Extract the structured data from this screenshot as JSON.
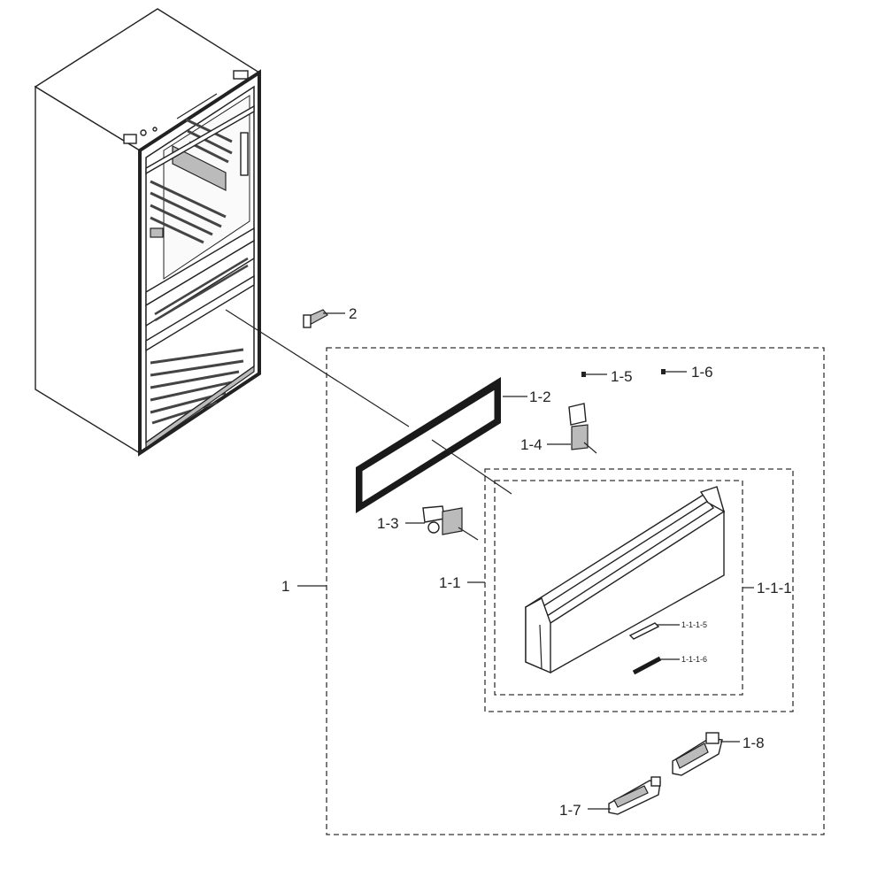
{
  "labels": {
    "l1": "1",
    "l1_1": "1-1",
    "l1_1_1": "1-1-1",
    "l1_1_1_5": "1-1-1-5",
    "l1_1_1_6": "1-1-1-6",
    "l1_2": "1-2",
    "l1_3": "1-3",
    "l1_4": "1-4",
    "l1_5": "1-5",
    "l1_6": "1-6",
    "l1_7": "1-7",
    "l1_8": "1-8",
    "l2": "2"
  }
}
